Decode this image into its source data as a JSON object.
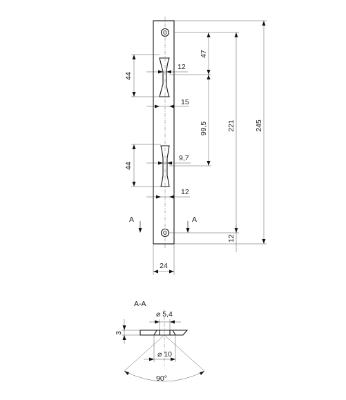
{
  "dimensions": {
    "plate_width": "24",
    "total_length": "245",
    "hole_span": "221",
    "top_to_cutout": "47",
    "cutout_spacing": "99,5",
    "bottom_offset": "12",
    "upper_cutout_height": "44",
    "upper_cutout_width": "12",
    "mid_offset": "15",
    "lower_cutout_height": "44",
    "lower_cutout_width": "9,7",
    "lower_offset": "12"
  },
  "section": {
    "title": "A-A",
    "cut_marker_left": "A",
    "cut_marker_right": "A",
    "thickness": "3",
    "hole_diameter": "⌀ 5,4",
    "countersink_diameter": "⌀ 10",
    "countersink_angle": "90°"
  }
}
